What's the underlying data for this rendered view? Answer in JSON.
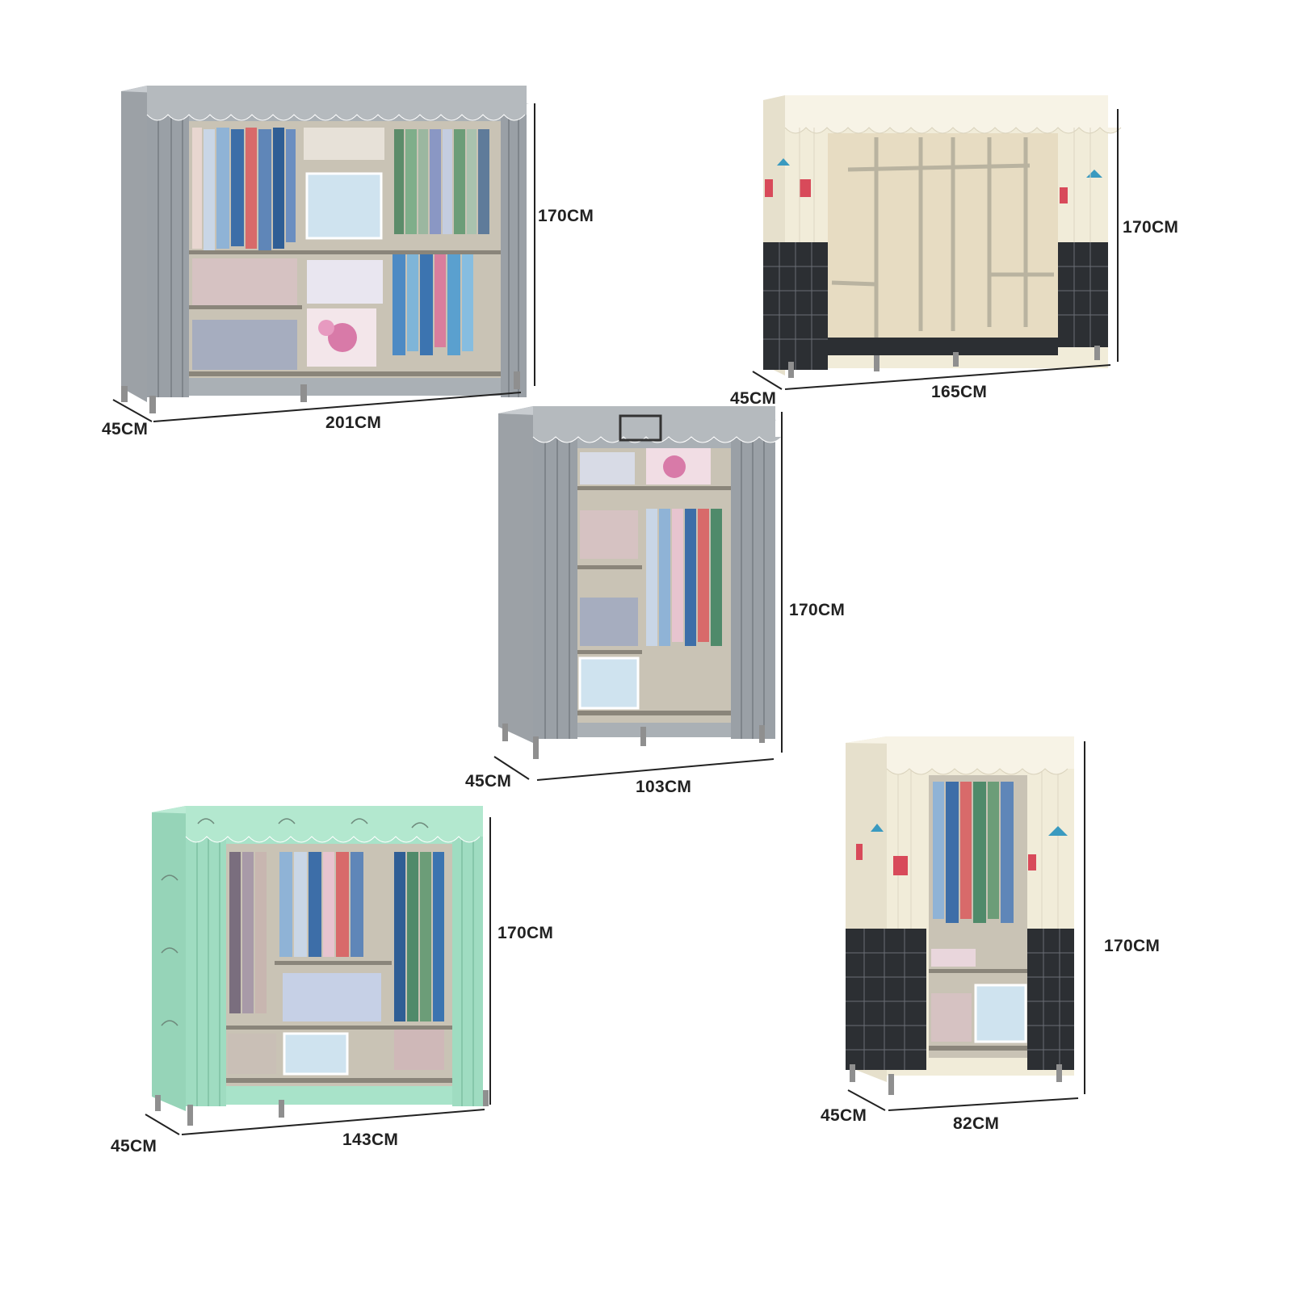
{
  "wardrobes": [
    {
      "id": "grey-201",
      "width_label": "201CM",
      "depth_label": "45CM",
      "height_label": "170CM",
      "color": "grey"
    },
    {
      "id": "cream-165",
      "width_label": "165CM",
      "depth_label": "45CM",
      "height_label": "170CM",
      "color": "cream-black-grid"
    },
    {
      "id": "grey-103",
      "width_label": "103CM",
      "depth_label": "45CM",
      "height_label": "170CM",
      "color": "grey"
    },
    {
      "id": "mint-143",
      "width_label": "143CM",
      "depth_label": "45CM",
      "height_label": "170CM",
      "color": "mint-green"
    },
    {
      "id": "cream-82",
      "width_label": "82CM",
      "depth_label": "45CM",
      "height_label": "170CM",
      "color": "cream-black-grid"
    }
  ],
  "colors": {
    "grey_fabric": "#a9aeb3",
    "grey_dark": "#8e9398",
    "cream_fabric": "#f1ecd9",
    "black_grid": "#2c2f33",
    "mint_fabric": "#a8e3c9",
    "frame": "#b9b3a0",
    "label": "#222222"
  }
}
